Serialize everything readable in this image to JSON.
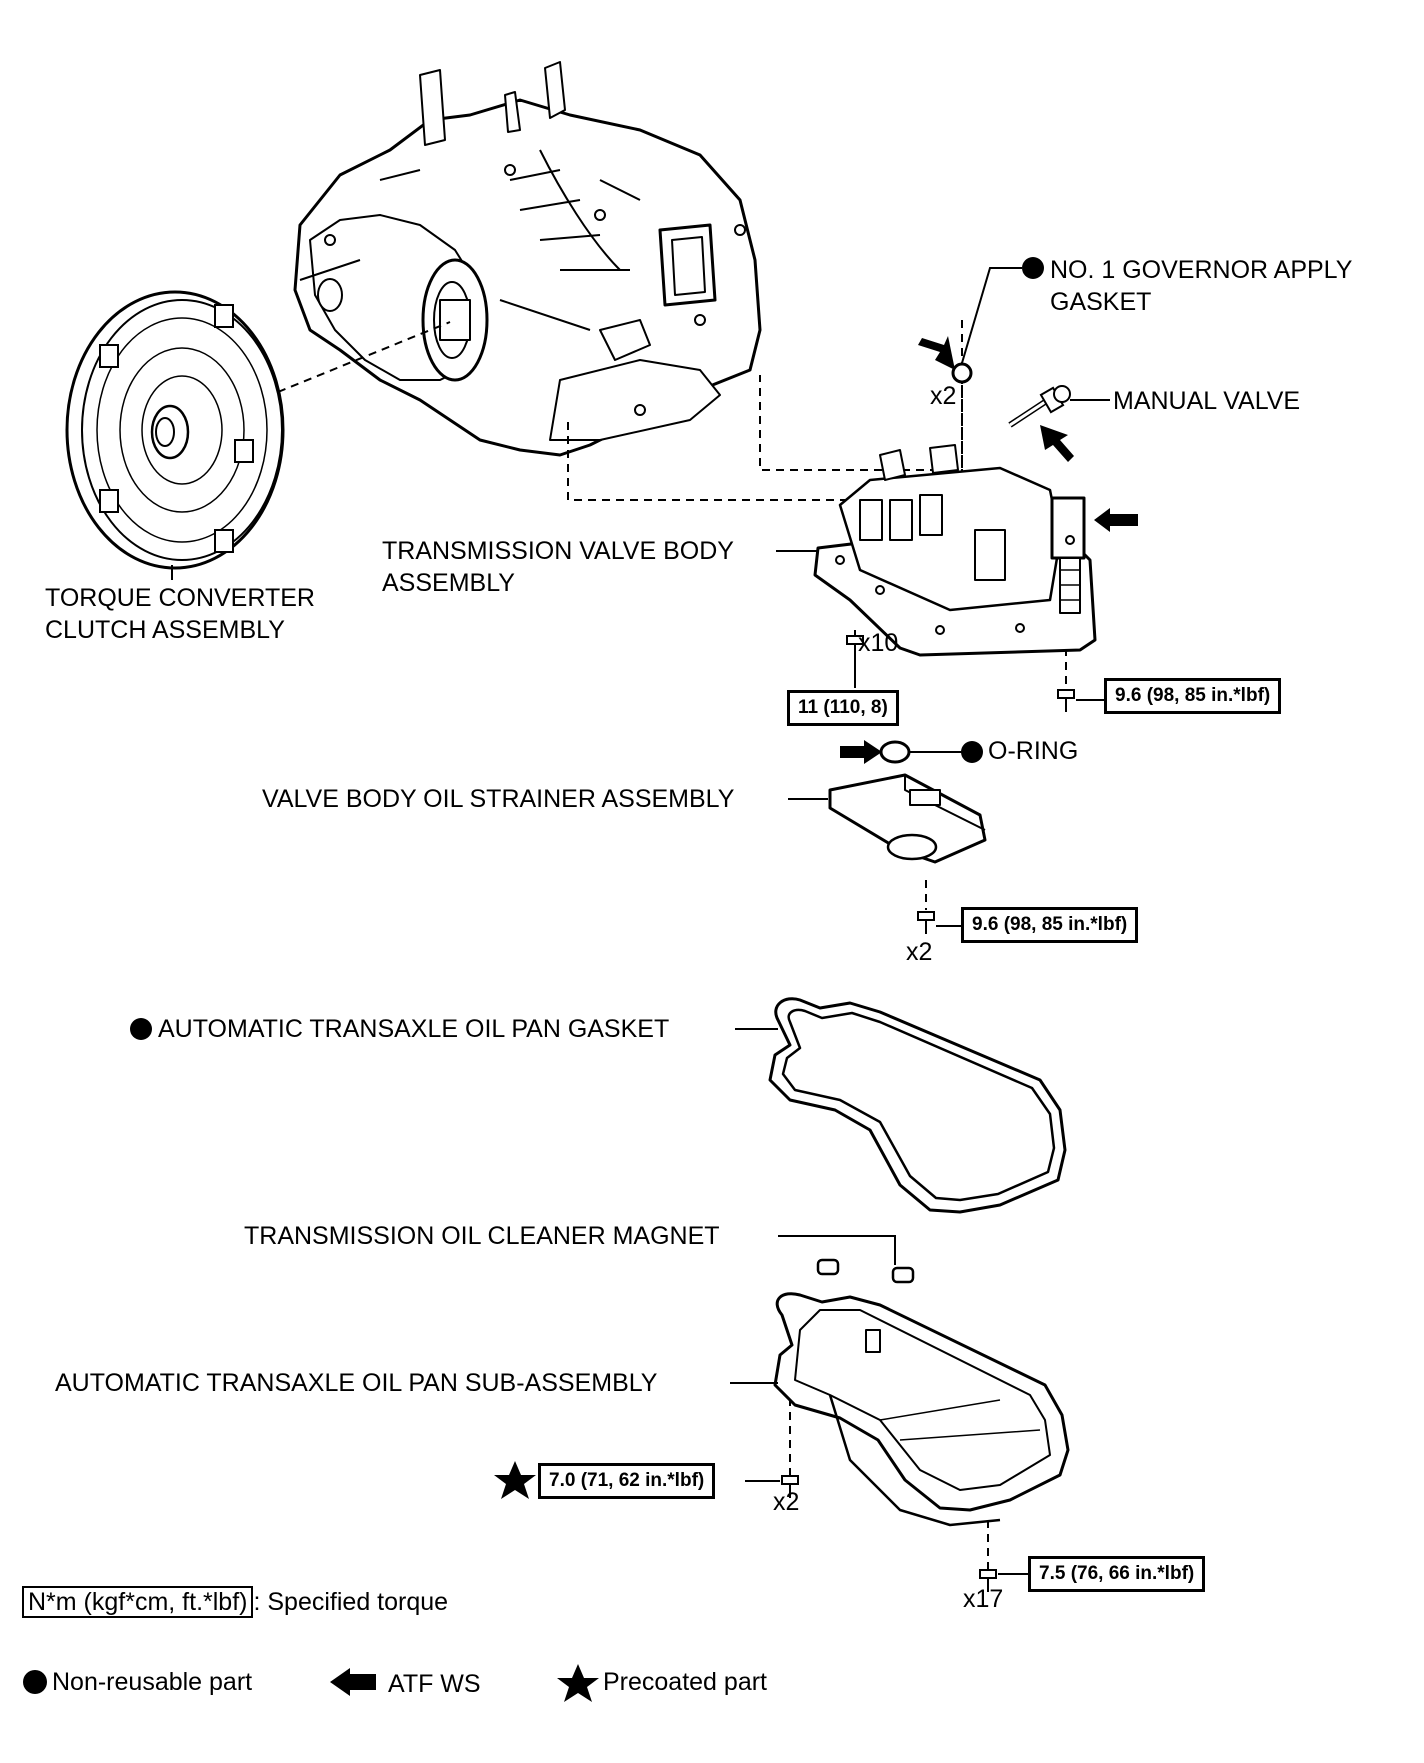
{
  "parts": {
    "governor_gasket": "NO. 1 GOVERNOR APPLY GASKET",
    "manual_valve": "MANUAL VALVE",
    "valve_body": "TRANSMISSION VALVE BODY ASSEMBLY",
    "torque_converter": "TORQUE CONVERTER CLUTCH ASSEMBLY",
    "o_ring": "O-RING",
    "oil_strainer": "VALVE BODY OIL STRAINER ASSEMBLY",
    "pan_gasket": "AUTOMATIC TRANSAXLE OIL PAN GASKET",
    "magnet": "TRANSMISSION OIL CLEANER MAGNET",
    "oil_pan": "AUTOMATIC TRANSAXLE OIL PAN SUB-ASSEMBLY"
  },
  "quantities": {
    "gasket": "x2",
    "valve_body_bolts": "x10",
    "strainer_bolts": "x2",
    "pan_short_bolts": "x2",
    "pan_bolts": "x17"
  },
  "torques": {
    "valve_body": "11 (110, 8)",
    "valve_body_right": "9.6 (98, 85 in.*lbf)",
    "strainer": "9.6 (98, 85 in.*lbf)",
    "pan_precoated": "7.0 (71, 62 in.*lbf)",
    "pan": "7.5 (76, 66 in.*lbf)"
  },
  "legend": {
    "torque_format": "N*m (kgf*cm, ft.*lbf)",
    "torque_desc": ": Specified torque",
    "non_reusable": "Non-reusable part",
    "atf": "ATF WS",
    "precoated": "Precoated part"
  }
}
